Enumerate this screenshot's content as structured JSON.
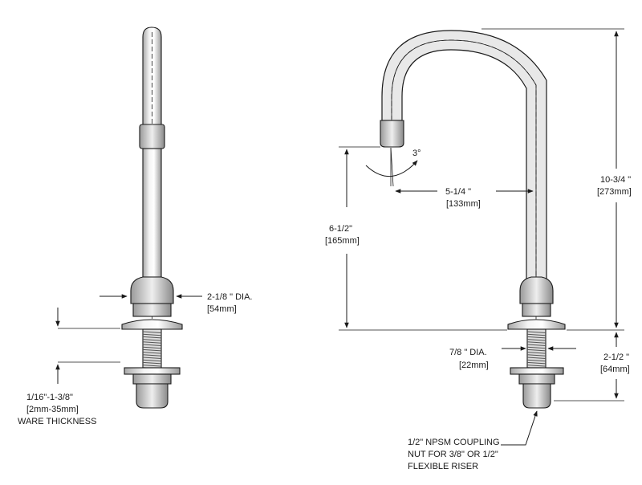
{
  "side_view": {
    "flange_dia": {
      "inch": "2-1/8 \" DIA.",
      "metric": "[54mm]"
    },
    "ware_thickness": {
      "inch": "1/16\"-1-3/8\"",
      "metric": "[2mm-35mm]",
      "note": "WARE THICKNESS"
    }
  },
  "front_view": {
    "angle": "3°",
    "reach": {
      "inch": "5-1/4 \"",
      "metric": "[133mm]"
    },
    "spout_height": {
      "inch": "6-1/2\"",
      "metric": "[165mm]"
    },
    "overall_height": {
      "inch": "10-3/4 \"",
      "metric": "[273mm]"
    },
    "shank_dia": {
      "inch": "7/8 \" DIA.",
      "metric": "[22mm]"
    },
    "shank_length": {
      "inch": "2-1/2 \"",
      "metric": "[64mm]"
    },
    "coupling_note": [
      "1/2\" NPSM COUPLING",
      "NUT FOR 3/8\" OR 1/2\"",
      "FLEXIBLE RISER"
    ]
  },
  "colors": {
    "ink": "#1a1a1a",
    "metal_fill": "#f2f2f2",
    "shade": "#bdbdbd"
  }
}
